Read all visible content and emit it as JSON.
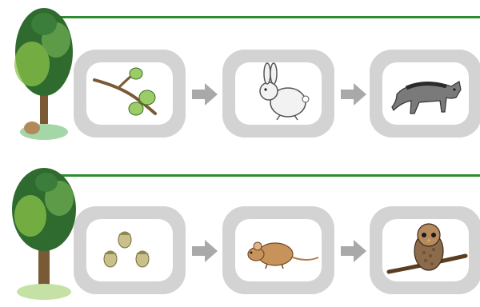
{
  "chains": [
    {
      "producer": "tree-with-branch",
      "organisms": [
        "twig-with-leaves",
        "rabbit",
        "wolf"
      ]
    },
    {
      "producer": "tree-with-acorns",
      "organisms": [
        "acorns",
        "mouse",
        "owl"
      ]
    }
  ],
  "colors": {
    "line": "#2e8b2e",
    "panel_frame": "#d3d3d3",
    "arrow": "#a9a9a9",
    "leaf_dark": "#2f6b2f",
    "leaf_light": "#8bc34a",
    "trunk": "#7a5a35"
  }
}
